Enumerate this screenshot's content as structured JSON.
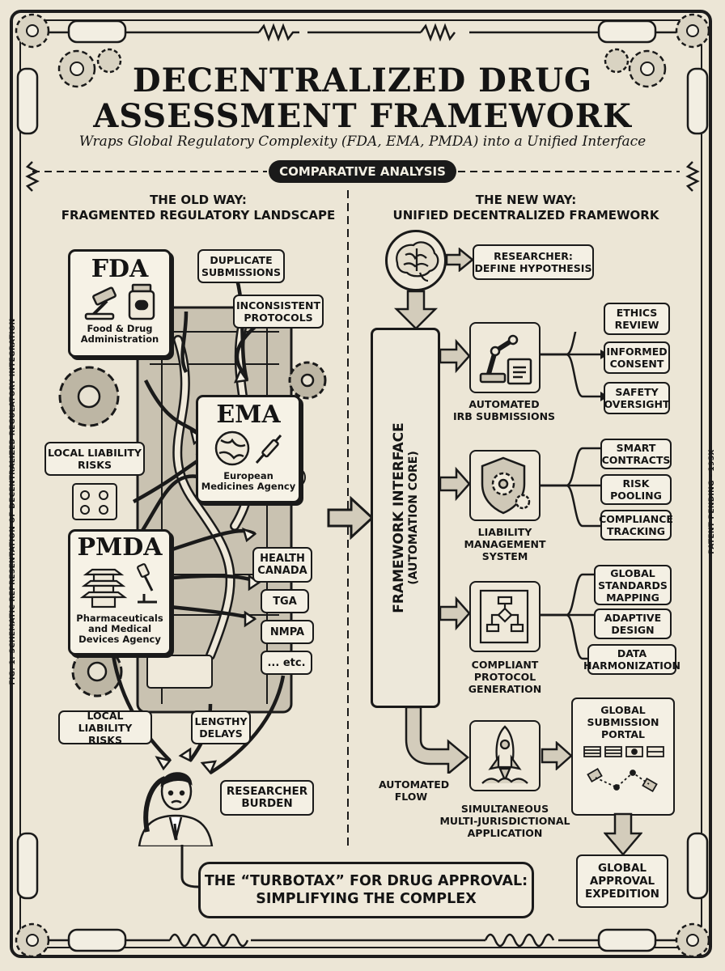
{
  "header": {
    "title_line1": "DECENTRALIZED DRUG",
    "title_line2": "ASSESSMENT FRAMEWORK",
    "subtitle": "Wraps Global Regulatory Complexity (FDA, EMA, PMDA) into a Unified Interface",
    "section_label": "COMPARATIVE ANALYSIS"
  },
  "side_labels": {
    "left": "FIG. 1: SCHEMATIC REPRESENTATION OF DECENTRALIZED REGULATORY INTEGRATION",
    "right": "PATENT PENDING - 19SX"
  },
  "old_way": {
    "heading_line1": "THE OLD WAY:",
    "heading_line2": "FRAGMENTED REGULATORY LANDSCAPE",
    "agencies": {
      "fda": {
        "abbr": "FDA",
        "full_line1": "Food & Drug",
        "full_line2": "Administration"
      },
      "ema": {
        "abbr": "EMA",
        "full_line1": "European",
        "full_line2": "Medicines Agency"
      },
      "pmda": {
        "abbr": "PMDA",
        "full_line1": "Pharmaceuticals",
        "full_line2": "and Medical",
        "full_line3": "Devices Agency"
      }
    },
    "callouts": {
      "duplicate": {
        "line1": "DUPLICATE",
        "line2": "SUBMISSIONS"
      },
      "inconsistent": {
        "line1": "INCONSISTENT",
        "line2": "PROTOCOLS"
      },
      "local_liability_top": {
        "line1": "LOCAL LIABILITY",
        "line2": "RISKS"
      },
      "local_liability_bottom": {
        "line1": "LOCAL",
        "line2": "LIABILITY RISKS"
      },
      "lengthy": {
        "line1": "LENGTHY",
        "line2": "DELAYS"
      },
      "researcher_burden": {
        "line1": "RESEARCHER",
        "line2": "BURDEN"
      }
    },
    "other_agencies": {
      "health_canada": {
        "line1": "HEALTH",
        "line2": "CANADA"
      },
      "tga": "TGA",
      "nmpa": "NMPA",
      "etc": "... etc."
    }
  },
  "new_way": {
    "heading_line1": "THE NEW WAY:",
    "heading_line2": "UNIFIED DECENTRALIZED FRAMEWORK",
    "researcher": {
      "line1": "RESEARCHER:",
      "line2": "DEFINE HYPOTHESIS"
    },
    "core": {
      "line1": "FRAMEWORK INTERFACE",
      "line2": "(AUTOMATION CORE)"
    },
    "irb": {
      "line1": "AUTOMATED",
      "line2": "IRB SUBMISSIONS",
      "outputs": [
        {
          "line1": "ETHICS",
          "line2": "REVIEW"
        },
        {
          "line1": "INFORMED",
          "line2": "CONSENT"
        },
        {
          "line1": "SAFETY",
          "line2": "OVERSIGHT"
        }
      ]
    },
    "liability": {
      "line1": "LIABILITY",
      "line2": "MANAGEMENT",
      "line3": "SYSTEM",
      "outputs": [
        {
          "line1": "SMART",
          "line2": "CONTRACTS"
        },
        {
          "line1": "RISK",
          "line2": "POOLING"
        },
        {
          "line1": "COMPLIANCE",
          "line2": "TRACKING"
        }
      ]
    },
    "protocol": {
      "line1": "COMPLIANT",
      "line2": "PROTOCOL",
      "line3": "GENERATION",
      "outputs": [
        {
          "line1": "GLOBAL",
          "line2": "STANDARDS",
          "line3": "MAPPING"
        },
        {
          "line1": "ADAPTIVE",
          "line2": "DESIGN"
        },
        {
          "line1": "DATA",
          "line2": "HARMONIZATION"
        }
      ]
    },
    "automated_flow": {
      "line1": "AUTOMATED",
      "line2": "FLOW"
    },
    "simultaneous": {
      "line1": "SIMULTANEOUS",
      "line2": "MULTI-JURISDICTIONAL",
      "line3": "APPLICATION"
    },
    "portal": {
      "line1": "GLOBAL",
      "line2": "SUBMISSION",
      "line3": "PORTAL"
    },
    "approval": {
      "line1": "GLOBAL",
      "line2": "APPROVAL",
      "line3": "EXPEDITION"
    }
  },
  "banner": {
    "line1": "THE “TURBOTAX” FOR DRUG APPROVAL:",
    "line2": "SIMPLIFYING THE COMPLEX"
  }
}
